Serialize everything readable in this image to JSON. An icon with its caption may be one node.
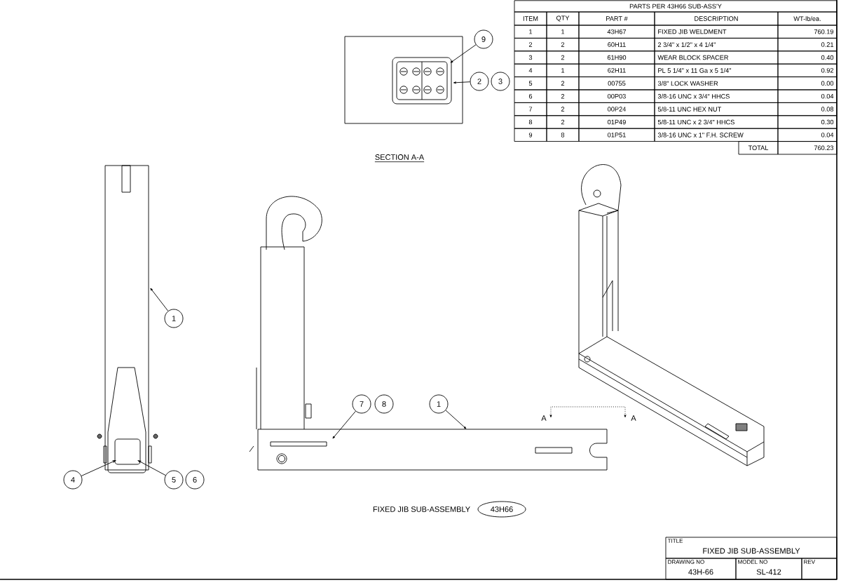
{
  "diagram": {
    "nodes": [
      {
        "text": [
          "9"
        ]
      },
      {
        "text": [
          "2"
        ]
      },
      {
        "text": [
          "3"
        ]
      },
      {
        "text": [
          "1"
        ]
      },
      {
        "text": [
          "4"
        ]
      },
      {
        "text": [
          "5"
        ]
      },
      {
        "text": [
          "6"
        ]
      },
      {
        "text": [
          "7"
        ]
      },
      {
        "text": [
          "8"
        ]
      },
      {
        "text": [
          "1"
        ]
      },
      {
        "text": [
          "43H66"
        ],
        "beside": [
          "FIXED JIB SUB-ASSEMBLY"
        ]
      }
    ],
    "edges": [
      {
        "from": 0,
        "to": null,
        "arrow": "to"
      },
      {
        "from": 1,
        "to": null,
        "arrow": "to"
      },
      {
        "from": 3,
        "to": null,
        "arrow": "to"
      },
      {
        "from": 4,
        "to": null,
        "arrow": "to"
      },
      {
        "from": 5,
        "to": null,
        "arrow": "to"
      },
      {
        "from": 7,
        "to": null,
        "arrow": "to"
      },
      {
        "from": 9,
        "to": null,
        "arrow": "to"
      }
    ],
    "labels": [
      "SECTION A-A",
      "A",
      "A",
      "PARTS PER 43H66 SUB-ASS'Y",
      "ITEM",
      "QTY",
      "PART #",
      "DESCRIPTION",
      "WT-lb/ea.",
      "1",
      "1",
      "43H67",
      "FIXED JIB WELDMENT",
      "760.19",
      "2",
      "2",
      "60H11",
      "2 3/4\" x 1/2\" x 4 1/4\"",
      "0.21",
      "3",
      "2",
      "61H90",
      "WEAR BLOCK SPACER",
      "0.40",
      "4",
      "1",
      "62H11",
      "PL 5 1/4\" x 11 Ga x 5 1/4\"",
      "0.92",
      "5",
      "2",
      "00755",
      "3/8\" LOCK WASHER",
      "0.00",
      "6",
      "2",
      "00P03",
      "3/8-16 UNC x 3/4\" HHCS",
      "0.04",
      "7",
      "2",
      "00P24",
      "5/8-11 UNC HEX NUT",
      "0.08",
      "8",
      "2",
      "01P49",
      "5/8-11 UNC x 2 3/4\" HHCS",
      "0.30",
      "9",
      "8",
      "01P51",
      "3/8-16 UNC x 1\" F.H. SCREW",
      "0.04",
      "TOTAL",
      "760.23",
      "TITLE",
      "FIXED JIB SUB-ASSEMBLY",
      "DRAWING NO",
      "43H-66",
      "MODEL NO",
      "SL-412",
      "REV"
    ]
  }
}
